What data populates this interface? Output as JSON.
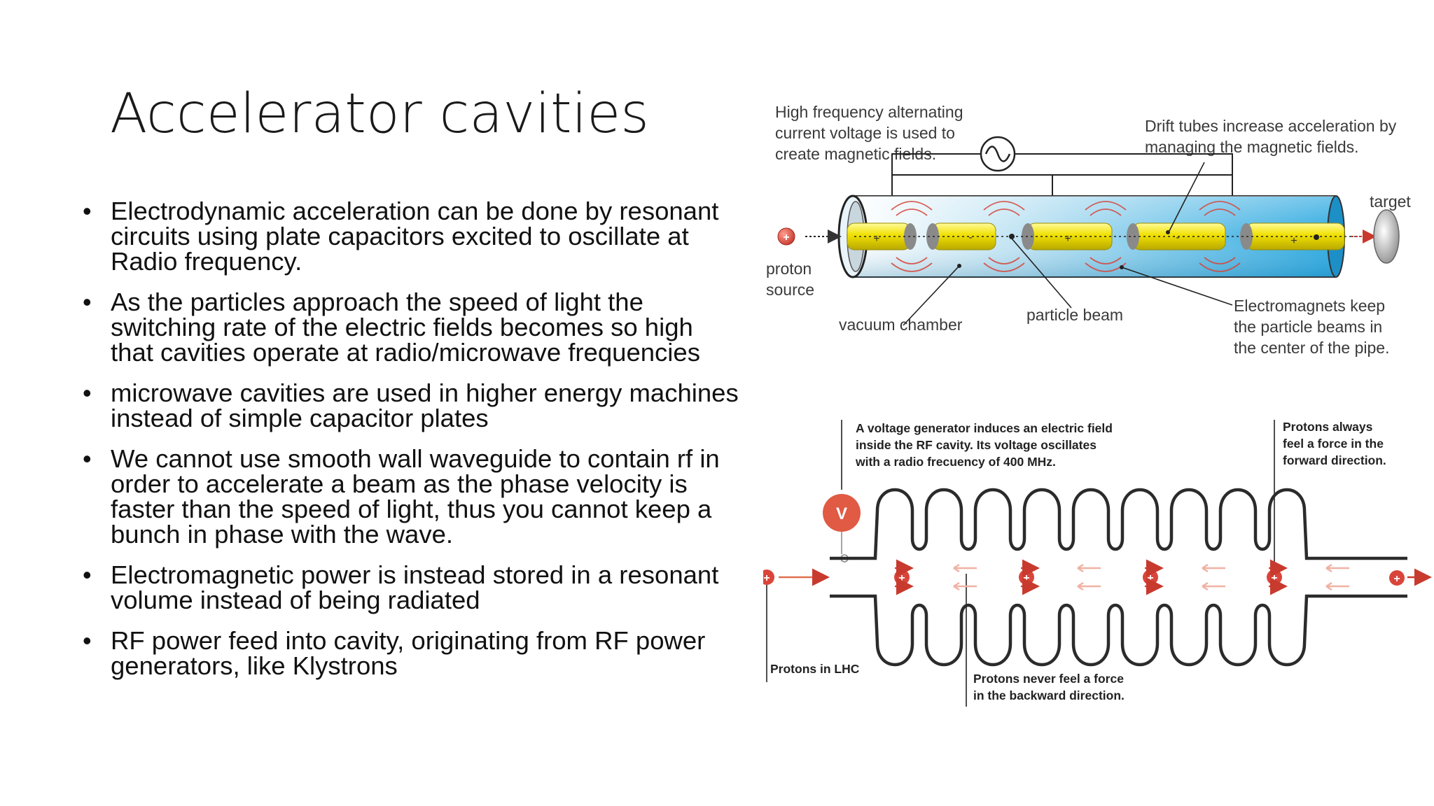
{
  "slide": {
    "title": "Accelerator cavities",
    "bullets": [
      "Electrodynamic acceleration  can be done by resonant circuits using plate capacitors excited to oscillate at Radio frequency.",
      "As the particles approach the speed of light the switching rate of the electric fields becomes so high that cavities operate at radio/microwave frequencies",
      "microwave cavities are used in higher energy machines instead of simple  capacitor plates",
      "We cannot use smooth wall waveguide to contain rf in order to accelerate a beam as the phase velocity is faster than the speed of light, thus you cannot keep a bunch in phase with the wave.",
      "Electromagnetic power is instead stored in a resonant volume instead of being radiated",
      "RF power feed into cavity, originating from RF power generators, like Klystrons"
    ],
    "bullet_symbol": "•"
  },
  "linac_diagram": {
    "hf_label": [
      "High frequency alternating",
      "current voltage is used to",
      "create magnetic fields."
    ],
    "drift_label": [
      "Drift tubes increase acceleration by",
      "managing the magnetic fields."
    ],
    "target_label": "target",
    "source_label": [
      "proton",
      "source"
    ],
    "vacuum_label": "vacuum chamber",
    "beam_label": "particle beam",
    "magnets_label": [
      "Electromagnets keep",
      "the particle beams in",
      "the center of the pipe."
    ],
    "tube_signs": [
      "+",
      "-",
      "+",
      "-",
      "+"
    ],
    "source_sign": "+",
    "ac_symbol": "~"
  },
  "rf_cavity_diagram": {
    "generator_label": [
      "A voltage generator induces an electric field",
      "inside the RF cavity. Its voltage oscillates",
      "with a radio frecuency of 400 MHz."
    ],
    "forward_label": [
      "Protons always",
      "feel a force in the",
      "forward direction."
    ],
    "lhc_label": "Protons in LHC",
    "backward_label": [
      "Protons never feel a force",
      "in the backward direction."
    ],
    "voltmeter_symbol": "V",
    "proton_symbol": "+",
    "colors": {
      "yellow_tube": "#f0e000",
      "pipe_blue": "#2aa8e0",
      "proton_red": "#d9453a",
      "wave_dark": "#2b2b2b",
      "arrow_orange": "#e07050"
    }
  }
}
